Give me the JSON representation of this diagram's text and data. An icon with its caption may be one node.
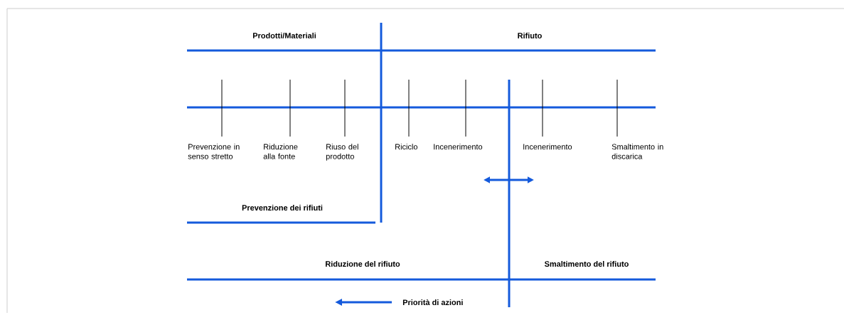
{
  "diagram": {
    "labels": [
      "Prodotti/Materiali",
      "Rifiuto",
      "Prevenzione in senso stretto",
      "Riduzione alla fonte",
      "Riuso del prodotto",
      "Riciclo",
      "Incenerimento",
      "Incenerimento",
      "Smaltimento in discarica",
      "Prevenzione dei rifiuti",
      "Riduzione del rifiuto",
      "Smaltimento del rifiuto",
      "Priorità di azioni"
    ]
  }
}
